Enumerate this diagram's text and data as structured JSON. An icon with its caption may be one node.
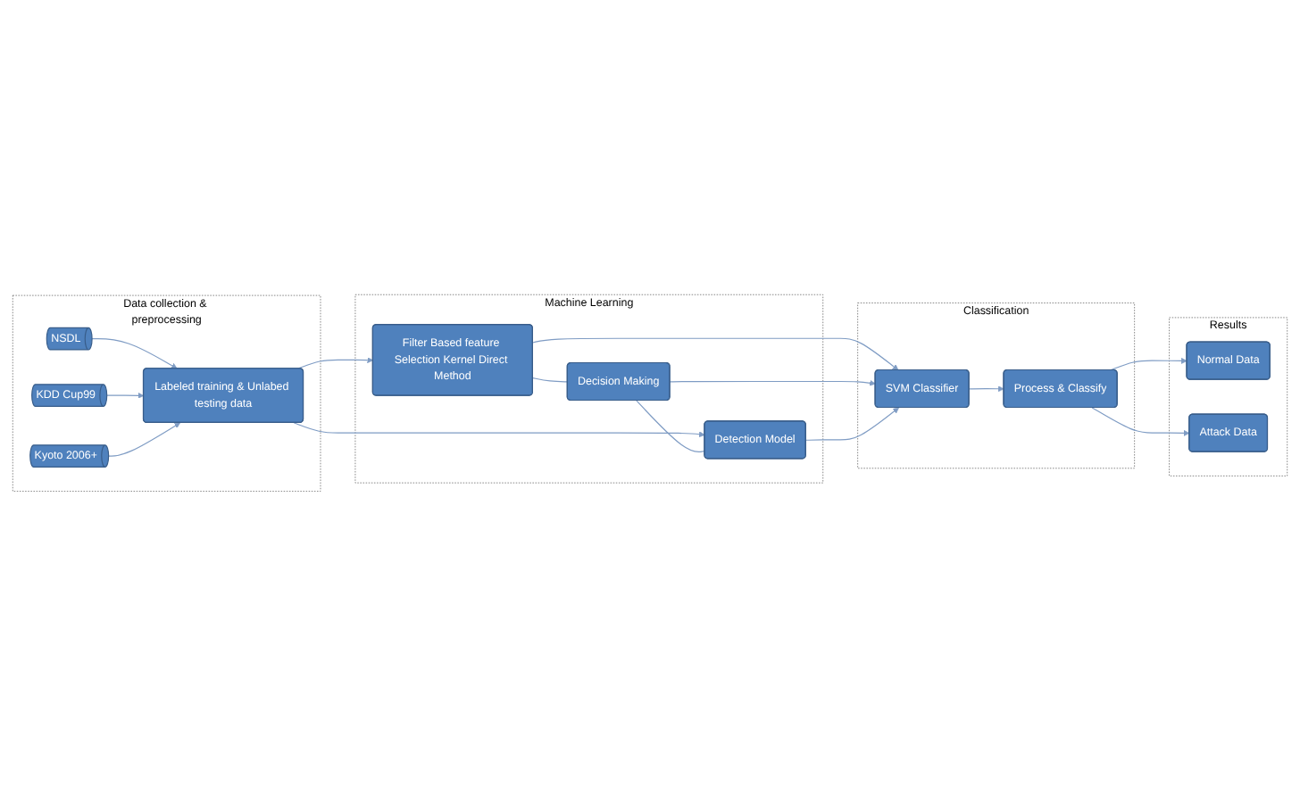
{
  "diagram": {
    "nodes": [
      {
        "text": [
          "Data collection & preprocessing"
        ]
      },
      {
        "text": [
          "NSDL"
        ],
        "in": 0
      },
      {
        "text": [
          "KDD Cup99"
        ],
        "in": 0
      },
      {
        "text": [
          "Kyoto 2006+"
        ],
        "in": 0
      },
      {
        "text": [
          "Labeled training & Unlabed testing data"
        ],
        "in": 0
      },
      {
        "text": [
          "Machine Learning"
        ]
      },
      {
        "text": [
          "Filter Based feature Selection Kernel Direct Method"
        ],
        "in": 5
      },
      {
        "text": [
          "Decision Making"
        ],
        "in": 5
      },
      {
        "text": [
          "Detection Model"
        ],
        "in": 5
      },
      {
        "text": [
          "Classification"
        ]
      },
      {
        "text": [
          "SVM Classifier"
        ],
        "in": 9
      },
      {
        "text": [
          "Process & Classify"
        ],
        "in": 9
      },
      {
        "text": [
          "Results"
        ]
      },
      {
        "text": [
          "Normal Data"
        ],
        "in": 12
      },
      {
        "text": [
          "Attack Data"
        ],
        "in": 12
      }
    ],
    "edges": [
      {
        "from": 1,
        "to": 4,
        "arrow": "to"
      },
      {
        "from": 2,
        "to": 4,
        "arrow": "to"
      },
      {
        "from": 3,
        "to": 4,
        "arrow": "to"
      },
      {
        "from": 4,
        "to": 6,
        "arrow": "to"
      },
      {
        "from": 4,
        "to": 8,
        "arrow": "to"
      },
      {
        "from": 6,
        "to": 7,
        "arrow": "none"
      },
      {
        "from": 7,
        "to": 8,
        "arrow": "none"
      },
      {
        "from": 6,
        "to": 10,
        "arrow": "to"
      },
      {
        "from": 7,
        "to": 10,
        "arrow": "to"
      },
      {
        "from": 8,
        "to": 10,
        "arrow": "to"
      },
      {
        "from": 10,
        "to": 11,
        "arrow": "to"
      },
      {
        "from": 11,
        "to": 13,
        "arrow": "to"
      },
      {
        "from": 11,
        "to": 14,
        "arrow": "to"
      }
    ]
  }
}
